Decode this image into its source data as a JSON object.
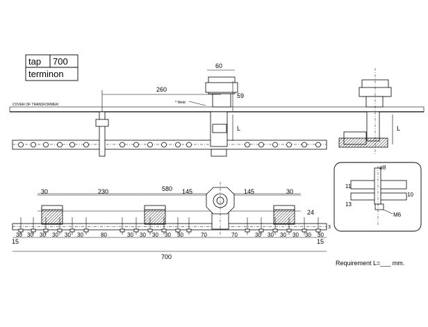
{
  "title_block": {
    "tap_label": "tap",
    "tap_value": "700",
    "subtitle": "terminon"
  },
  "cover_label": "COVER OF TRANSFORMER.",
  "weld_note": "* Weld",
  "top_dims": {
    "d260": "260",
    "d60": "60",
    "d59": "59",
    "L_left": "L",
    "L_right": "L"
  },
  "plan_dims": {
    "d580": "580",
    "d30a": "30",
    "d230": "230",
    "d145a": "145",
    "d145b": "145",
    "d30b": "30",
    "d24": "24",
    "d700": "700",
    "d15a": "15",
    "d15b": "15",
    "d3": "3",
    "bottom_chain": [
      "30",
      "30",
      "30",
      "30",
      "30",
      "30",
      "80",
      "30",
      "30",
      "30",
      "30",
      "30",
      "70",
      "70",
      "30",
      "30",
      "30",
      "30",
      "30",
      "30"
    ]
  },
  "detail": {
    "d8": "ø8",
    "d11": "11",
    "d13": "13",
    "d10": "10",
    "m6": "M6"
  },
  "requirement": "Requirement  L=___ mm."
}
